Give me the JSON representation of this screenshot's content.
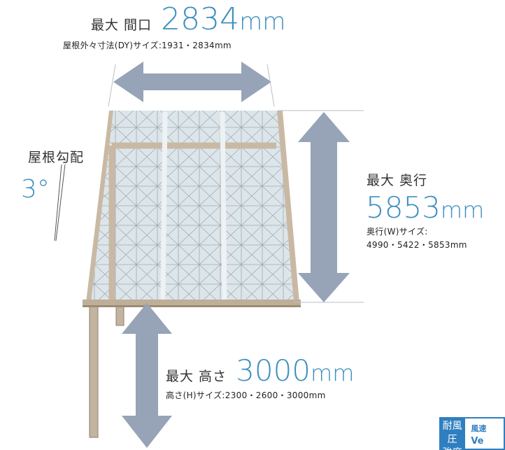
{
  "width_spec": {
    "title": "最大 間口",
    "value": "2834",
    "unit": "mm",
    "sizes": "屋根外々寸法(DY)サイズ:1931・2834mm"
  },
  "pitch": {
    "label": "屋根勾配",
    "value": "3°"
  },
  "depth_spec": {
    "title": "最大 奥行",
    "value": "5853",
    "unit": "mm",
    "sizes_line1": "奥行(W)サイズ:",
    "sizes_line2": "4990・5422・5853mm"
  },
  "height_spec": {
    "title": "最大 高さ",
    "value": "3000",
    "unit": "mm",
    "sizes": "高さ(H)サイズ:2300・2600・3000mm"
  },
  "wind_badge": {
    "label_line1": "耐風圧",
    "label_line2": "強度",
    "text_line1": "風速",
    "text_line2": "Ve"
  },
  "colors": {
    "accent_blue": "#3f8fbf",
    "arrow": "#97a3b6",
    "frame": "#c9b9a4",
    "glass": "#dce6ea"
  }
}
